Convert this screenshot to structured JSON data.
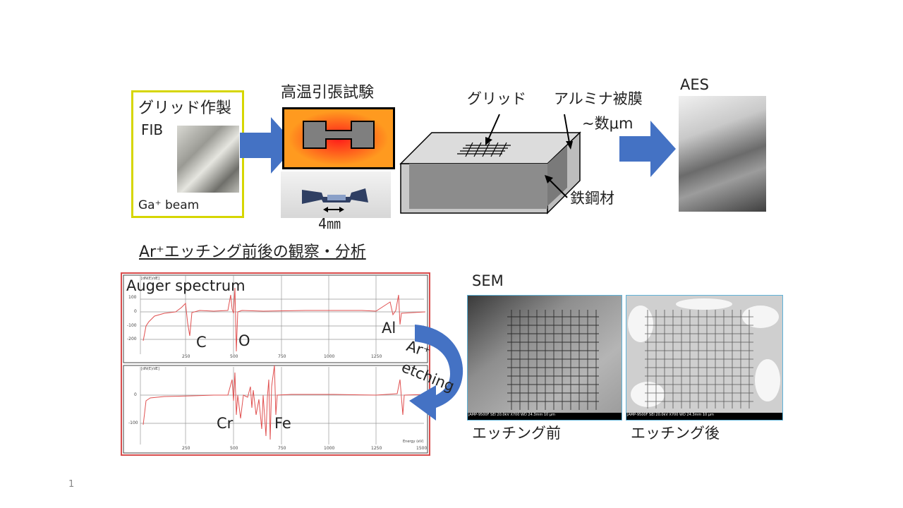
{
  "fib": {
    "title": "グリッド作製",
    "label": "FIB",
    "beam": "Ga⁺ beam"
  },
  "tensile": {
    "title": "高温引張試験",
    "dimension": "4㎜"
  },
  "sample": {
    "grid_label": "グリッド",
    "coating_label": "アルミナ被膜",
    "thickness_label": "~数μm",
    "steel_label": "鉄鋼材"
  },
  "aes": {
    "label": "AES"
  },
  "analysis": {
    "title": "Ar⁺エッチング前後の観察・分析"
  },
  "auger": {
    "title": "Auger spectrum",
    "peaks_before": [
      "C",
      "O",
      "Al"
    ],
    "peaks_after": [
      "Cr",
      "Fe"
    ],
    "ticks": [
      "250",
      "500",
      "750",
      "1000",
      "1250",
      "1500"
    ],
    "ytick_before": [
      "100",
      "0",
      "-100",
      "-200"
    ],
    "ytick_after": [
      "0",
      "-100"
    ],
    "axis_label": "Energy (eV)",
    "header_label": "[dN(E)/dE]"
  },
  "etching": {
    "line1": "Ar⁺",
    "line2": "etching"
  },
  "sem": {
    "label": "SEM",
    "before": "エッチング前",
    "after": "エッチング後",
    "info_bar": "JAMP-9500F   SEI   20.0kV   X700   WD 24.3mm   10 μm"
  },
  "page": {
    "number": "1"
  },
  "colors": {
    "arrow": "#4472c4",
    "heater": "#ff9a1f",
    "hot_spot": "#ff1a1a",
    "spectrum": "#e05050",
    "fib_frame": "#d6d600",
    "graph_frame": "#d84c4c"
  }
}
